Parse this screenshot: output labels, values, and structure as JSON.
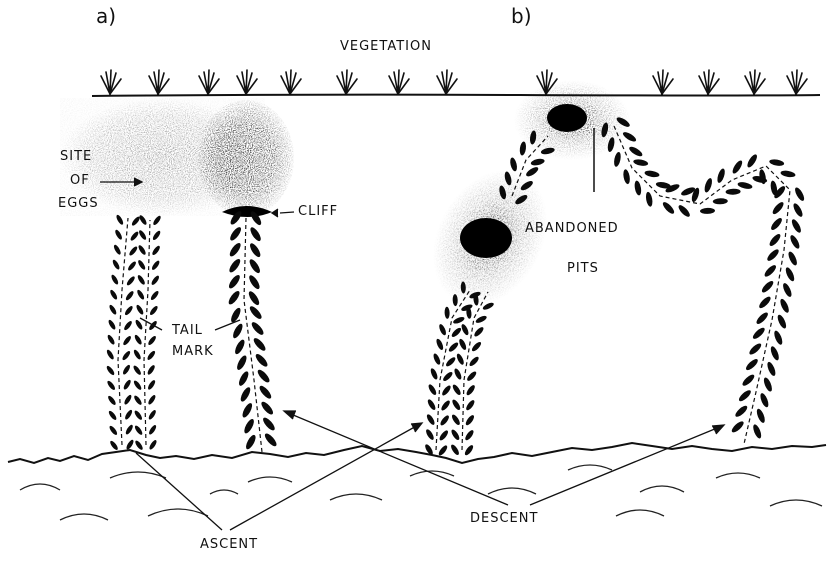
{
  "panels": {
    "a": "a)",
    "b": "b)"
  },
  "labels": {
    "vegetation": "VEGETATION",
    "site_of_eggs_1": "SITE",
    "site_of_eggs_2": "OF",
    "site_of_eggs_3": "EGGS",
    "cliff": "CLIFF",
    "tail_mark_1": "TAIL",
    "tail_mark_2": "MARK",
    "abandoned": "ABANDONED",
    "pits": "PITS",
    "descent": "DESCENT",
    "ascent": "ASCENT"
  },
  "colors": {
    "ink": "#111111",
    "paper": "#ffffff"
  }
}
